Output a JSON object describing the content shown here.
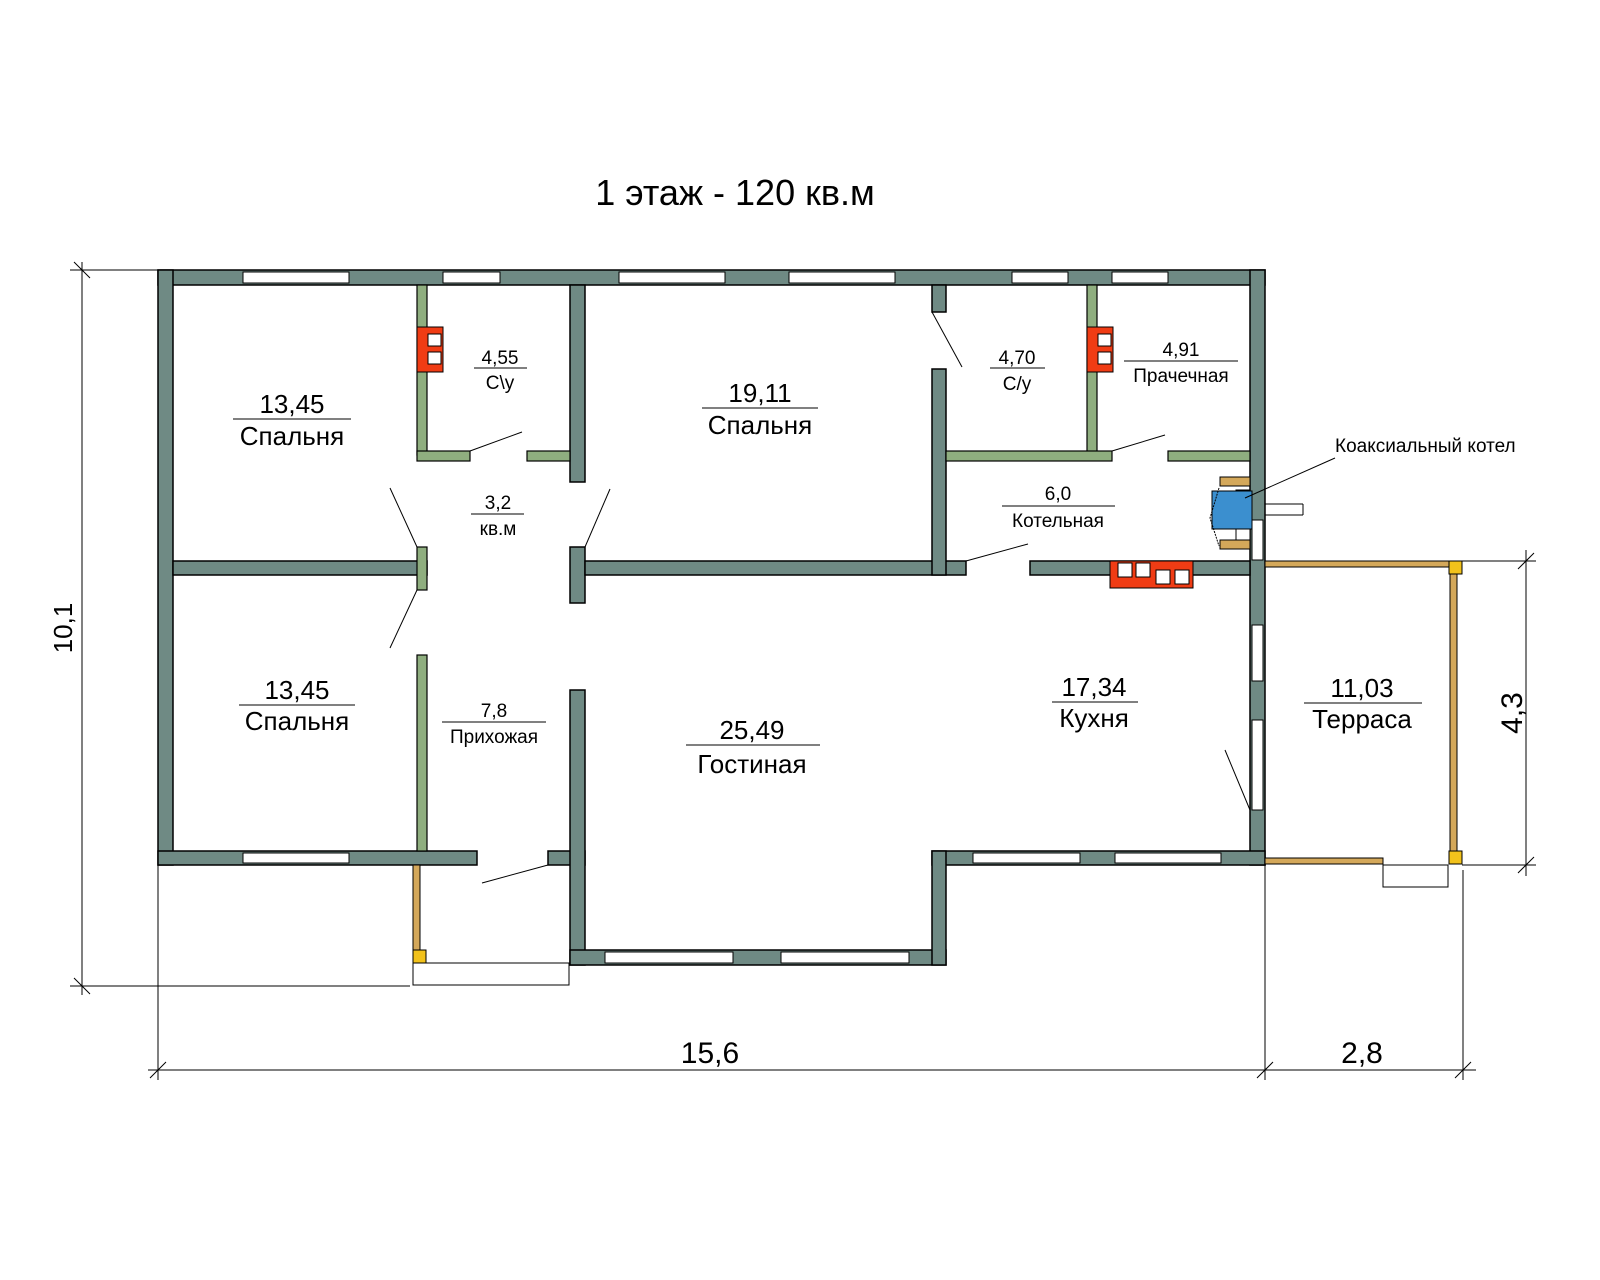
{
  "title": "1 этаж - 120 кв.м",
  "rooms": [
    {
      "area": "13,45",
      "name": "Спальня"
    },
    {
      "area": "4,55",
      "name": "С\\у"
    },
    {
      "area": "19,11",
      "name": "Спальня"
    },
    {
      "area": "4,70",
      "name": "С/у"
    },
    {
      "area": "4,91",
      "name": "Прачечная"
    },
    {
      "area": "3,2",
      "name": "кв.м"
    },
    {
      "area": "6,0",
      "name": "Котельная"
    },
    {
      "area": "13,45",
      "name": "Спальня"
    },
    {
      "area": "7,8",
      "name": "Прихожая"
    },
    {
      "area": "25,49",
      "name": "Гостиная"
    },
    {
      "area": "17,34",
      "name": "Кухня"
    },
    {
      "area": "11,03",
      "name": "Терраса"
    }
  ],
  "callout": "Коаксиальный котел",
  "dimensions": {
    "height": "10,1",
    "width": "15,6",
    "terrace_width": "2,8",
    "terrace_height": "4,3"
  },
  "colors": {
    "wall": "#6f8a84",
    "partition": "#8fae7f",
    "chimney": "#f03c14",
    "terrace": "#d4a85a",
    "boiler": "#3b8fcf"
  }
}
